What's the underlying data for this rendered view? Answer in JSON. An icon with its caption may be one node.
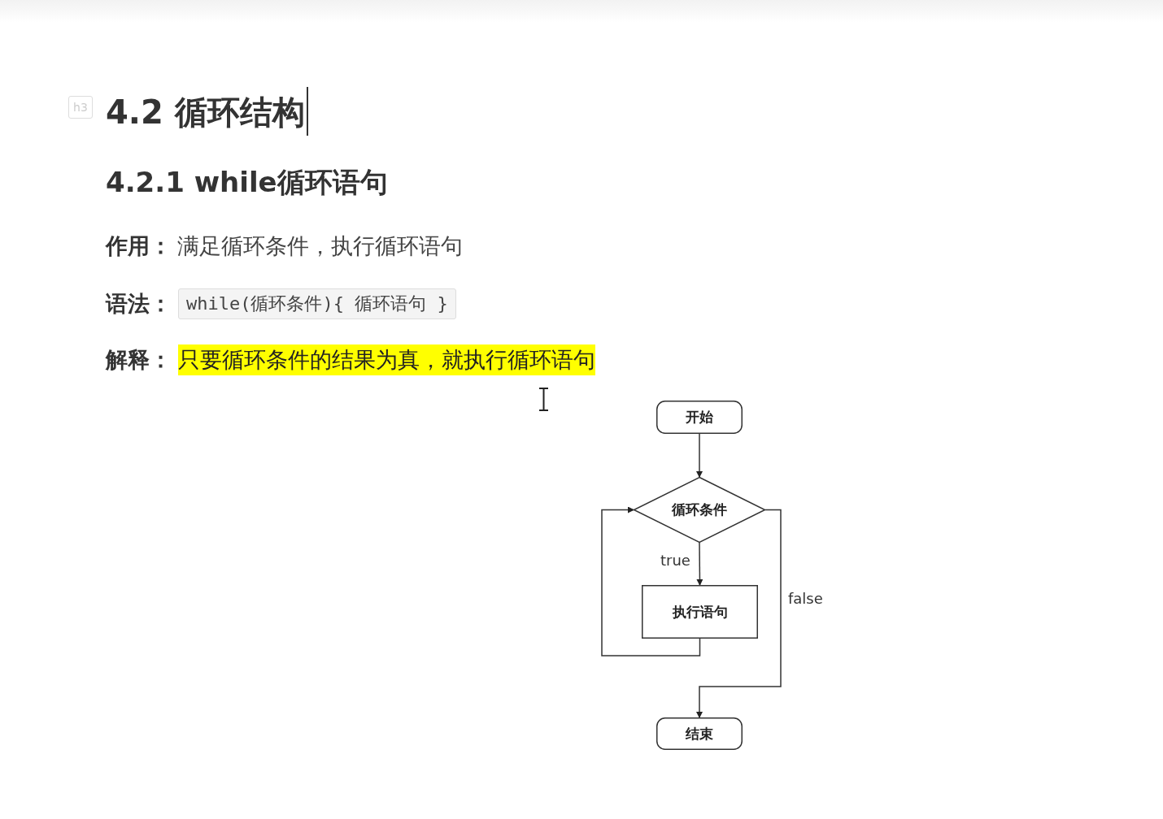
{
  "diagram": {
    "title": "4.2 循环结构",
    "nodes": [
      {
        "text": [
          "开始"
        ]
      },
      {
        "text": [
          "循环条件"
        ]
      },
      {
        "text": [
          "执行语句"
        ]
      },
      {
        "text": [
          "结束"
        ]
      }
    ],
    "edges": [
      {
        "from": 0,
        "to": 1,
        "arrow": "to"
      },
      {
        "from": 1,
        "to": 2,
        "arrow": "to",
        "label": "true"
      },
      {
        "from": 2,
        "to": 1,
        "arrow": "to"
      },
      {
        "from": 1,
        "to": 3,
        "arrow": "to",
        "label": "false"
      }
    ],
    "labels": [
      "h3",
      "4.2.1 while循环语句",
      "作用：",
      "满足循环条件，执行循环语句",
      "语法：",
      "while(循环条件){ 循环语句 }",
      "解释：",
      "只要循环条件的结果为真，就执行循环语句"
    ]
  }
}
